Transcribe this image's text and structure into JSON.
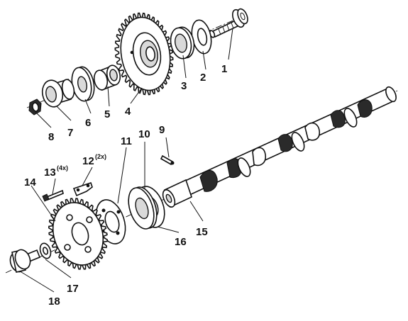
{
  "callouts": [
    {
      "id": "1",
      "text": "1"
    },
    {
      "id": "2",
      "text": "2"
    },
    {
      "id": "3",
      "text": "3"
    },
    {
      "id": "4",
      "text": "4"
    },
    {
      "id": "5",
      "text": "5"
    },
    {
      "id": "6",
      "text": "6"
    },
    {
      "id": "7",
      "text": "7"
    },
    {
      "id": "8",
      "text": "8"
    },
    {
      "id": "9",
      "text": "9"
    },
    {
      "id": "10",
      "text": "10"
    },
    {
      "id": "11",
      "text": "11"
    },
    {
      "id": "12",
      "text": "12",
      "qty": "(2x)"
    },
    {
      "id": "13",
      "text": "13",
      "qty": "(4x)"
    },
    {
      "id": "14",
      "text": "14"
    },
    {
      "id": "15",
      "text": "15"
    },
    {
      "id": "16",
      "text": "16"
    },
    {
      "id": "17",
      "text": "17"
    },
    {
      "id": "18",
      "text": "18"
    }
  ]
}
